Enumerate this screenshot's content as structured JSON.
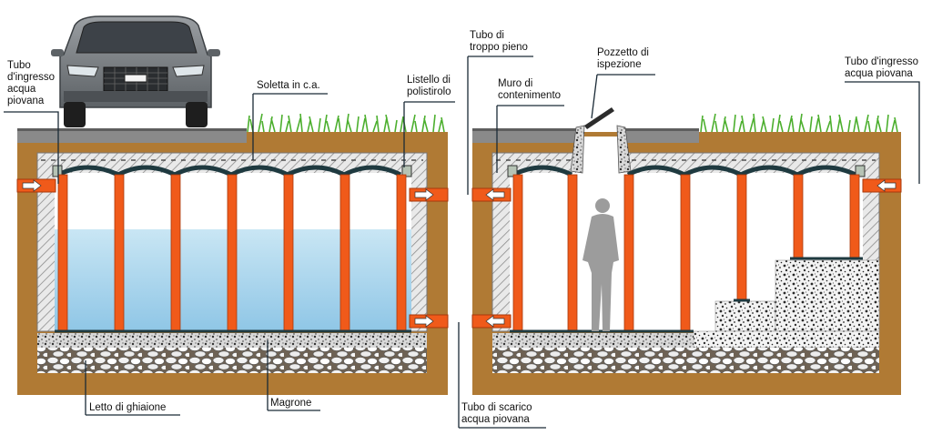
{
  "labels": {
    "inlet_left": [
      "Tubo",
      "d'ingresso",
      "acqua",
      "piovana"
    ],
    "slab": "Soletta in c.a.",
    "polystyrene": [
      "Listello di",
      "polistirolo"
    ],
    "overflow": [
      "Tubo di",
      "troppo pieno"
    ],
    "retaining_wall": [
      "Muro di",
      "contenimento"
    ],
    "inspection": [
      "Pozzetto di",
      "ispezione"
    ],
    "inlet_right": [
      "Tubo d'ingresso",
      "acqua piovana"
    ],
    "gravel_bed": "Letto di ghiaione",
    "lean_concrete": "Magrone",
    "drain": [
      "Tubo di scarico",
      "acqua piovana"
    ]
  },
  "colors": {
    "soil": "#b07a34",
    "soil_dark": "#8a5c22",
    "pillar": "#f05a1a",
    "arch": "#1f3a40",
    "water": "#a9d3ea",
    "wall_hatch": "#9a9a9a",
    "grass": "#4caf2e",
    "road": "#8a8a8a",
    "leader": "#1a2a36"
  },
  "icons": [
    "car-icon",
    "person-silhouette-icon",
    "grass-icon",
    "arrow-icon"
  ]
}
